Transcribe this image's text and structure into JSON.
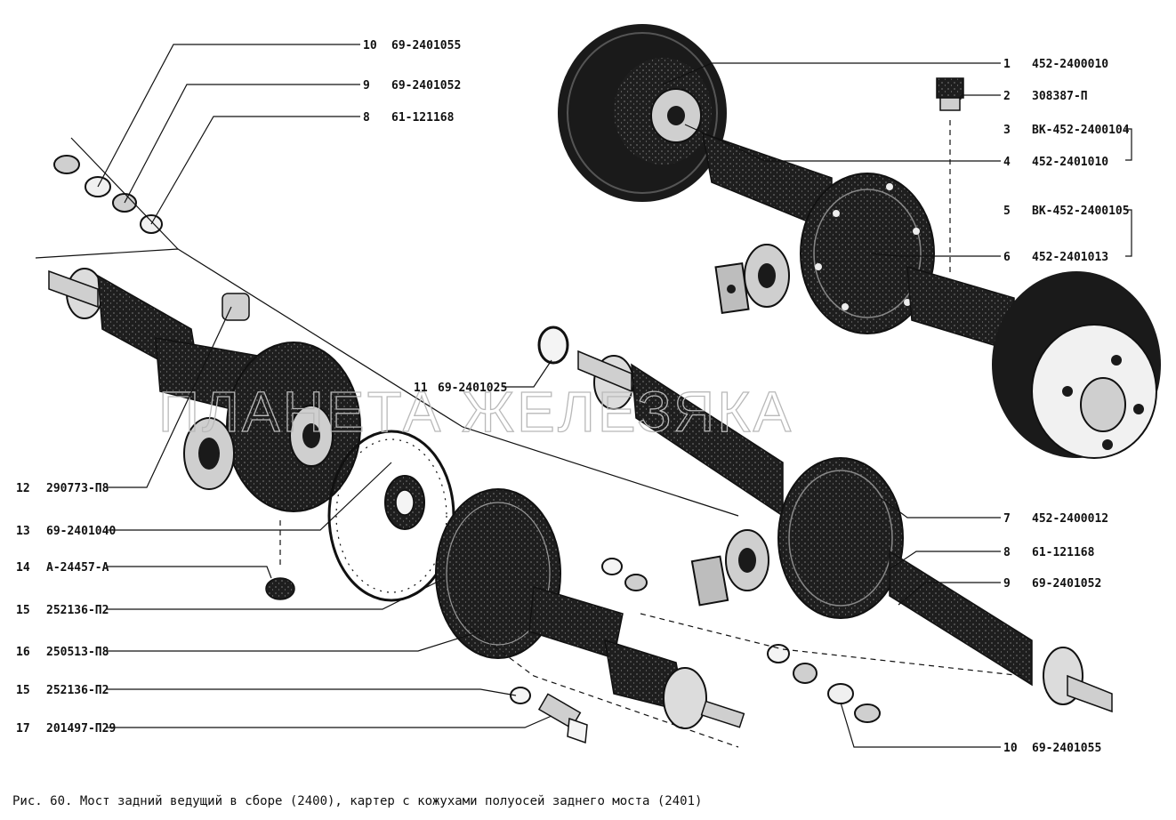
{
  "caption": "Рис. 60. Мост задний ведущий в сборе (2400), картер с кожухами полуосей заднего моста (2401)",
  "watermark": "ПЛАНЕТА ЖЕЛЕЗЯКА",
  "callouts": [
    {
      "num": "1",
      "part": "452-2400010"
    },
    {
      "num": "2",
      "part": "308387-П"
    },
    {
      "num": "3",
      "part": "ВК-452-2400104"
    },
    {
      "num": "4",
      "part": "452-2401010"
    },
    {
      "num": "5",
      "part": "ВК-452-2400105"
    },
    {
      "num": "6",
      "part": "452-2401013"
    },
    {
      "num": "7",
      "part": "452-2400012"
    },
    {
      "num": "8",
      "part": "61-121168"
    },
    {
      "num": "9",
      "part": "69-2401052"
    },
    {
      "num": "10",
      "part": "69-2401055"
    },
    {
      "num": "10",
      "part": "69-2401055"
    },
    {
      "num": "9",
      "part": "69-2401052"
    },
    {
      "num": "8",
      "part": "61-121168"
    },
    {
      "num": "11",
      "part": "69-2401025"
    },
    {
      "num": "12",
      "part": "290773-П8"
    },
    {
      "num": "13",
      "part": "69-2401040"
    },
    {
      "num": "14",
      "part": "А-24457-А"
    },
    {
      "num": "15",
      "part": "252136-П2"
    },
    {
      "num": "16",
      "part": "250513-П8"
    },
    {
      "num": "15",
      "part": "252136-П2"
    },
    {
      "num": "17",
      "part": "201497-П29"
    }
  ]
}
